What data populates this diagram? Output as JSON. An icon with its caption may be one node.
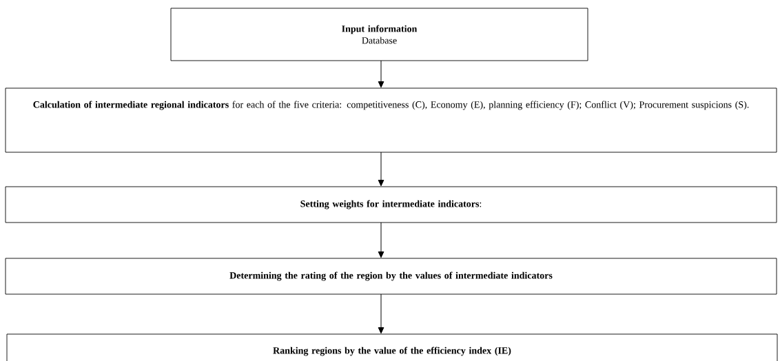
{
  "diagram": {
    "nodes": [
      {
        "text": [
          "Input information",
          "Database"
        ]
      },
      {
        "text": [
          "**Calculation of intermediate regional indicators** for each of the five criteria: competitiveness (C), Economy (E), planning efficiency (F); Conflict (V); Procurement suspicions (S)."
        ]
      },
      {
        "text": [
          "**Setting weights for intermediate indicators**:"
        ]
      },
      {
        "text": [
          "Determining the rating of the region by the values of intermediate indicators"
        ]
      },
      {
        "text": [
          "Ranking regions by the value of the efficiency index (IE)"
        ]
      }
    ],
    "edges": [
      {
        "from": 0,
        "to": 1,
        "arrow": "to"
      },
      {
        "from": 1,
        "to": 2,
        "arrow": "to"
      },
      {
        "from": 2,
        "to": 3,
        "arrow": "to"
      },
      {
        "from": 3,
        "to": 4,
        "arrow": "to"
      }
    ]
  }
}
